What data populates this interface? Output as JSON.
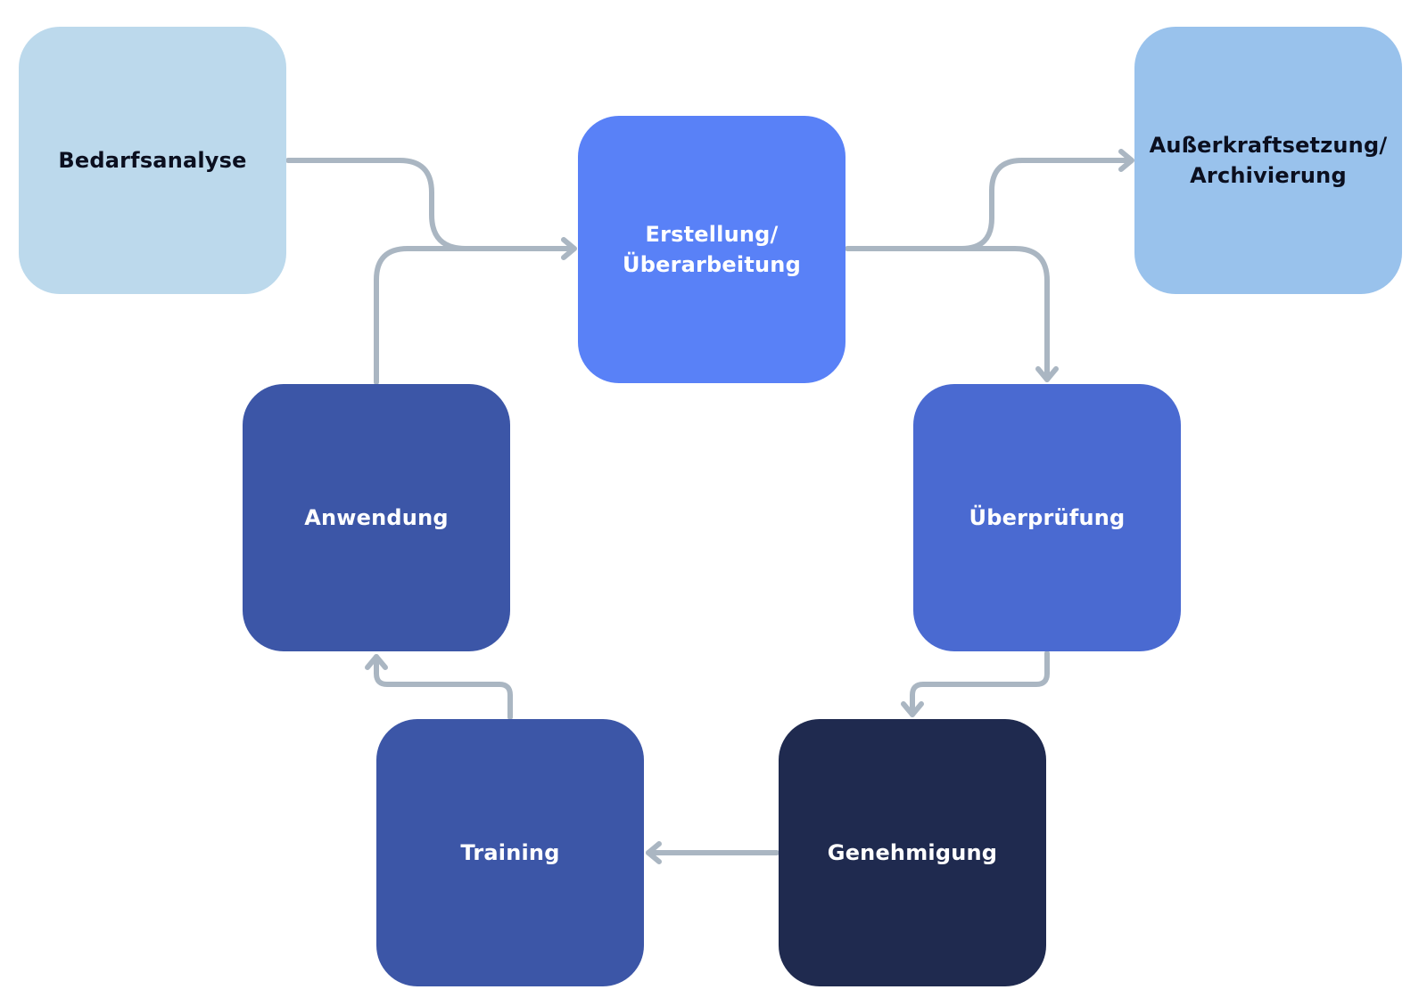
{
  "nodes": {
    "bedarfsanalyse": {
      "label": "Bedarfsanalyse",
      "color": "#bcd9ec"
    },
    "ausserkraftsetzung": {
      "label": "Außerkraftsetzung/\nArchivierung",
      "color": "#99c2ec"
    },
    "erstellung": {
      "label": "Erstellung/\nÜberarbeitung",
      "color": "#5981f7"
    },
    "anwendung": {
      "label": "Anwendung",
      "color": "#3c56a7"
    },
    "ueberpruefung": {
      "label": "Überprüfung",
      "color": "#4a6ad1"
    },
    "training": {
      "label": "Training",
      "color": "#3c56a7"
    },
    "genehmigung": {
      "label": "Genehmigung",
      "color": "#1f2a4f"
    }
  },
  "edges": [
    {
      "from": "Bedarfsanalyse",
      "to": "Erstellung/Überarbeitung"
    },
    {
      "from": "Anwendung",
      "to": "Erstellung/Überarbeitung"
    },
    {
      "from": "Erstellung/Überarbeitung",
      "to": "Außerkraftsetzung/Archivierung"
    },
    {
      "from": "Erstellung/Überarbeitung",
      "to": "Überprüfung"
    },
    {
      "from": "Überprüfung",
      "to": "Genehmigung"
    },
    {
      "from": "Genehmigung",
      "to": "Training"
    },
    {
      "from": "Training",
      "to": "Anwendung"
    }
  ],
  "arrow_color": "#aab6c2"
}
